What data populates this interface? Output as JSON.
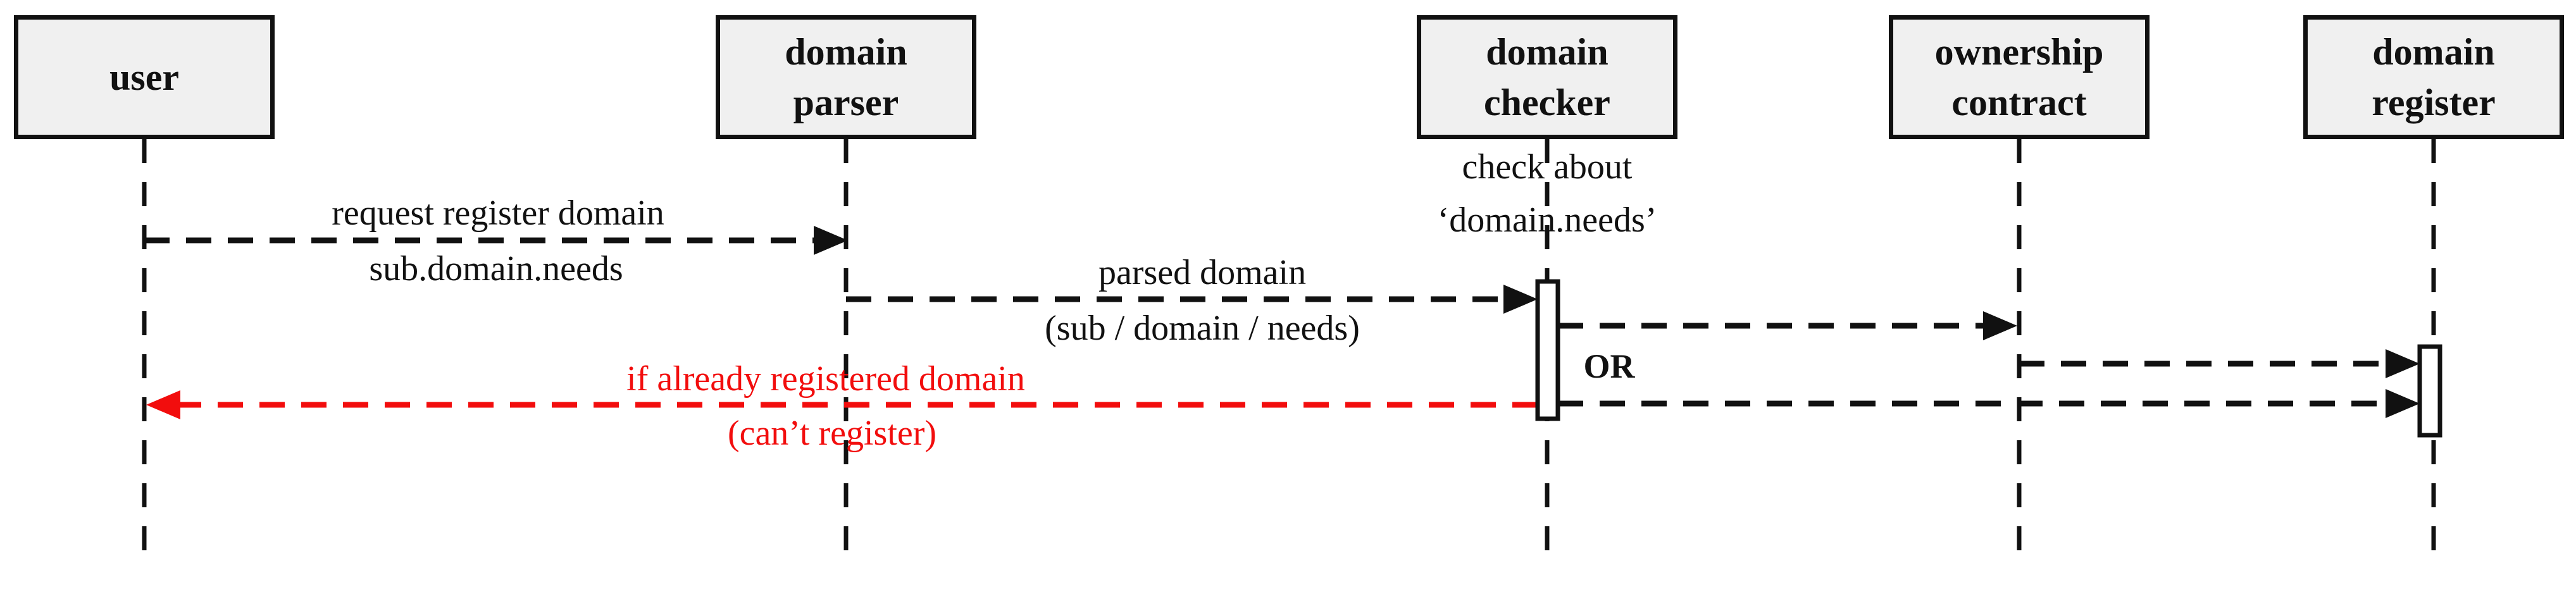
{
  "diagram": {
    "type": "uml-sequence-diagram",
    "actors": [
      {
        "id": "user",
        "label": "user"
      },
      {
        "id": "domain-parser",
        "label": "domain\nparser"
      },
      {
        "id": "domain-checker",
        "label": "domain\nchecker",
        "note": "check about\n‘domain.needs’"
      },
      {
        "id": "ownership-contract",
        "label": "ownership\ncontract"
      },
      {
        "id": "domain-register",
        "label": "domain\nregister"
      }
    ],
    "messages": [
      {
        "from": "user",
        "to": "domain parser",
        "label_above": "request register domain",
        "label_below": "sub.domain.needs",
        "style": "dashed",
        "color": "#111111"
      },
      {
        "from": "domain parser",
        "to": "domain checker",
        "label_above": "parsed domain",
        "label_below": "(sub / domain / needs)",
        "style": "dashed",
        "color": "#111111"
      },
      {
        "from": "domain checker",
        "to": "ownership contract",
        "label_above": "",
        "label_below": "",
        "style": "dashed",
        "color": "#111111"
      },
      {
        "from": "ownership contract",
        "to": "domain register",
        "label_above": "",
        "label_below": "",
        "style": "dashed",
        "color": "#111111"
      },
      {
        "from": "domain checker",
        "to": "domain register",
        "label_above": "",
        "label_below": "",
        "style": "dashed",
        "color": "#111111"
      },
      {
        "from": "domain checker",
        "to": "user",
        "label_above": "if already registered domain",
        "label_below": "(can’t register)",
        "style": "dashed",
        "color": "#f20d0d"
      }
    ],
    "or_label": "OR",
    "colors": {
      "actor_fill": "#f0f0f0",
      "line_black": "#111111",
      "error_red": "#f20d0d",
      "background": "#ffffff"
    }
  }
}
